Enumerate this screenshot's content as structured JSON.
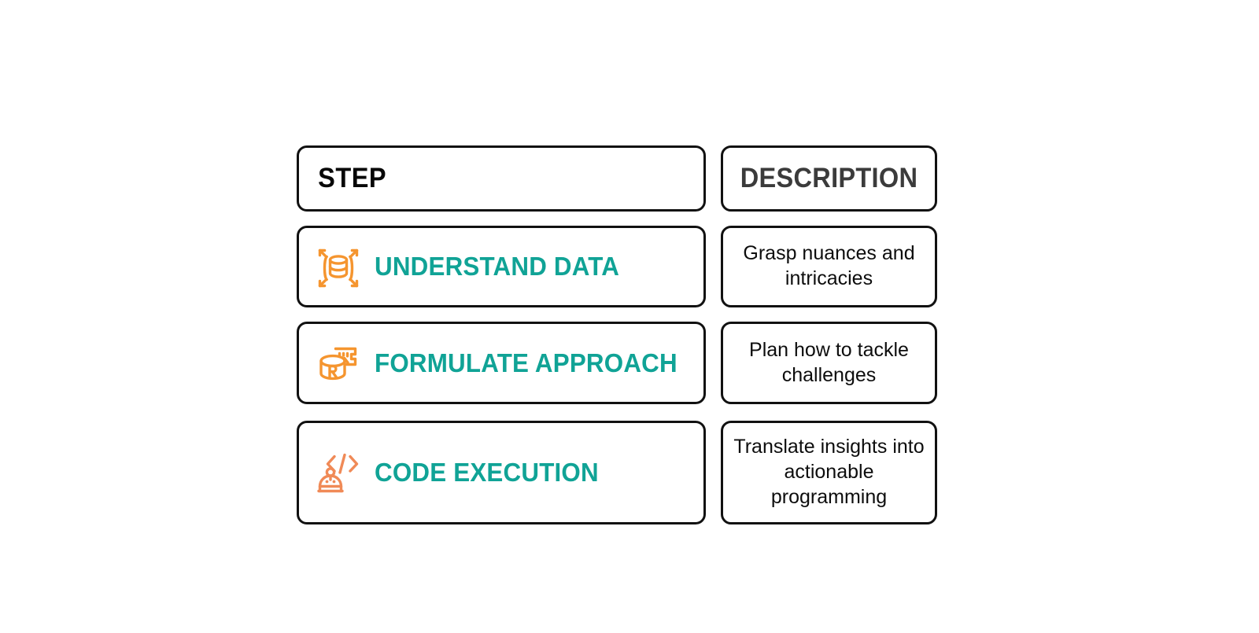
{
  "palette": {
    "teal": "#10a396",
    "orange": "#f5952f",
    "border": "#111111",
    "header_step_color": "#080808",
    "header_desc_color": "#3b3b3b",
    "background": "#ffffff",
    "body_text": "#0d0d0d"
  },
  "table": {
    "headers": {
      "step": "STEP",
      "description": "DESCRIPTION"
    },
    "rows": [
      {
        "icon": "database-expand-icon",
        "step": "UNDERSTAND DATA",
        "description": "Grasp nuances and intricacies"
      },
      {
        "icon": "database-ruler-icon",
        "step": "FORMULATE APPROACH",
        "description": "Plan how to tackle challenges"
      },
      {
        "icon": "robot-code-icon",
        "step": "CODE EXECUTION",
        "description": "Translate insights into actionable programming"
      }
    ]
  }
}
